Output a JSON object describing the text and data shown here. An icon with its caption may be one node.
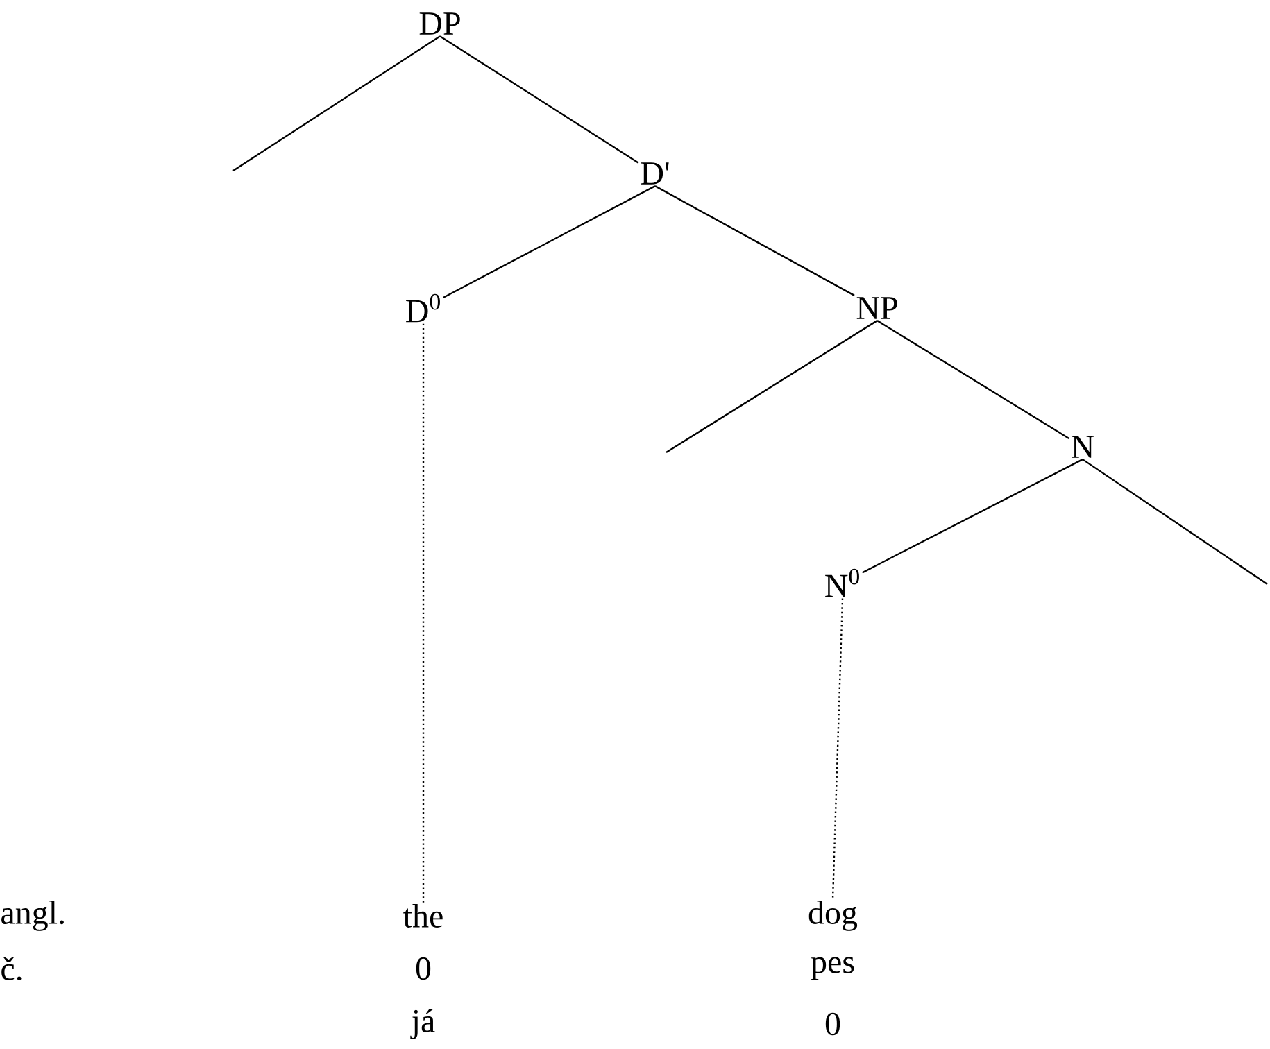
{
  "diagram": {
    "nodes": [
      {
        "text": [
          "DP"
        ]
      },
      {
        "text": [
          "D'"
        ]
      },
      {
        "text": [
          "D$^{0}$"
        ]
      },
      {
        "text": [
          "NP"
        ]
      },
      {
        "text": [
          "N"
        ]
      },
      {
        "text": [
          "N$^{0}$"
        ]
      },
      {
        "text": [
          "the"
        ]
      },
      {
        "text": [
          "dog"
        ]
      }
    ],
    "edges": [
      {
        "from": 0,
        "to": null,
        "arrow": "none"
      },
      {
        "from": 0,
        "to": 1,
        "arrow": "none"
      },
      {
        "from": 1,
        "to": 2,
        "arrow": "none"
      },
      {
        "from": 1,
        "to": 3,
        "arrow": "none"
      },
      {
        "from": 3,
        "to": null,
        "arrow": "none"
      },
      {
        "from": 3,
        "to": 4,
        "arrow": "none"
      },
      {
        "from": 4,
        "to": 5,
        "arrow": "none"
      },
      {
        "from": 4,
        "to": null,
        "arrow": "none"
      },
      {
        "from": 2,
        "to": 6,
        "arrow": "none",
        "style": "dashed"
      },
      {
        "from": 5,
        "to": 7,
        "arrow": "none",
        "style": "dashed"
      }
    ],
    "labels": [
      "angl.",
      "č.",
      "0",
      "pes",
      "já",
      "0"
    ]
  }
}
